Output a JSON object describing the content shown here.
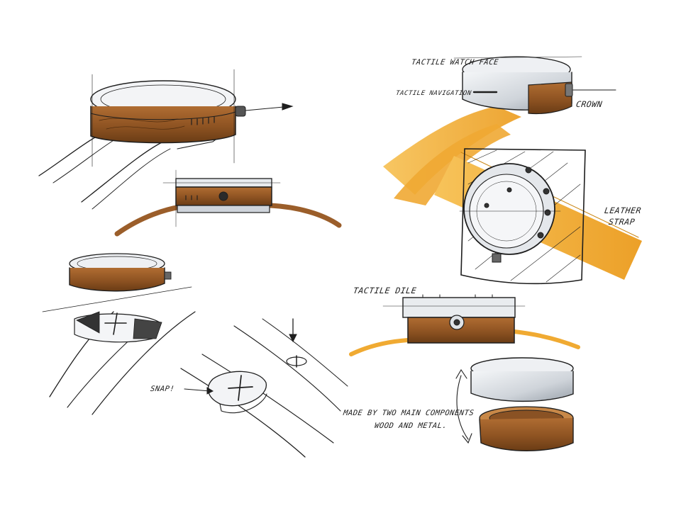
{
  "annotations": {
    "tactile_watch_face": "TACTILE WATCH FACE",
    "tactile_navigation": "TACTILE NAVIGATION",
    "crown": "CROWN",
    "leather": "LEATHER",
    "strap": "STRAP",
    "tactile_dile": "TACTILE DILE",
    "snap": "SNAP!",
    "components_line1": "MADE BY TWO MAIN COMPONENTS",
    "components_line2": "WOOD AND METAL."
  },
  "colors": {
    "wood": "#9b5e2a",
    "wood_dark": "#6e3f17",
    "leather": "#f3b13a",
    "leather_dark": "#e39a20",
    "metal": "#d9dde2",
    "ink": "#1e1e1e"
  }
}
